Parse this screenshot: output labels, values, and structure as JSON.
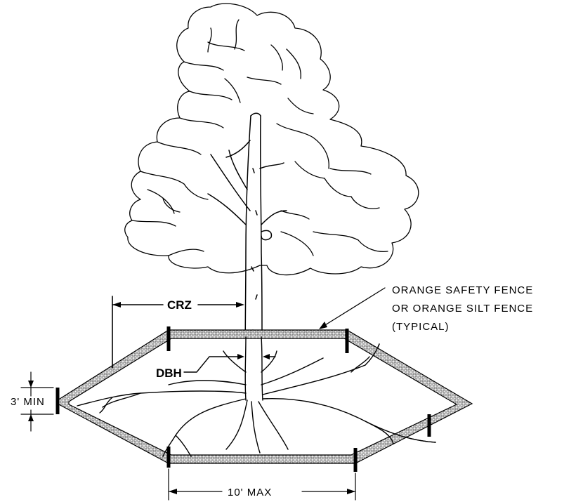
{
  "labels": {
    "crz": "CRZ",
    "dbh": "DBH",
    "min_height": "3' MIN",
    "max_spacing": "10' MAX",
    "callout_line1": "ORANGE SAFETY FENCE",
    "callout_line2": "OR ORANGE SILT FENCE",
    "callout_line3": "(TYPICAL)"
  }
}
